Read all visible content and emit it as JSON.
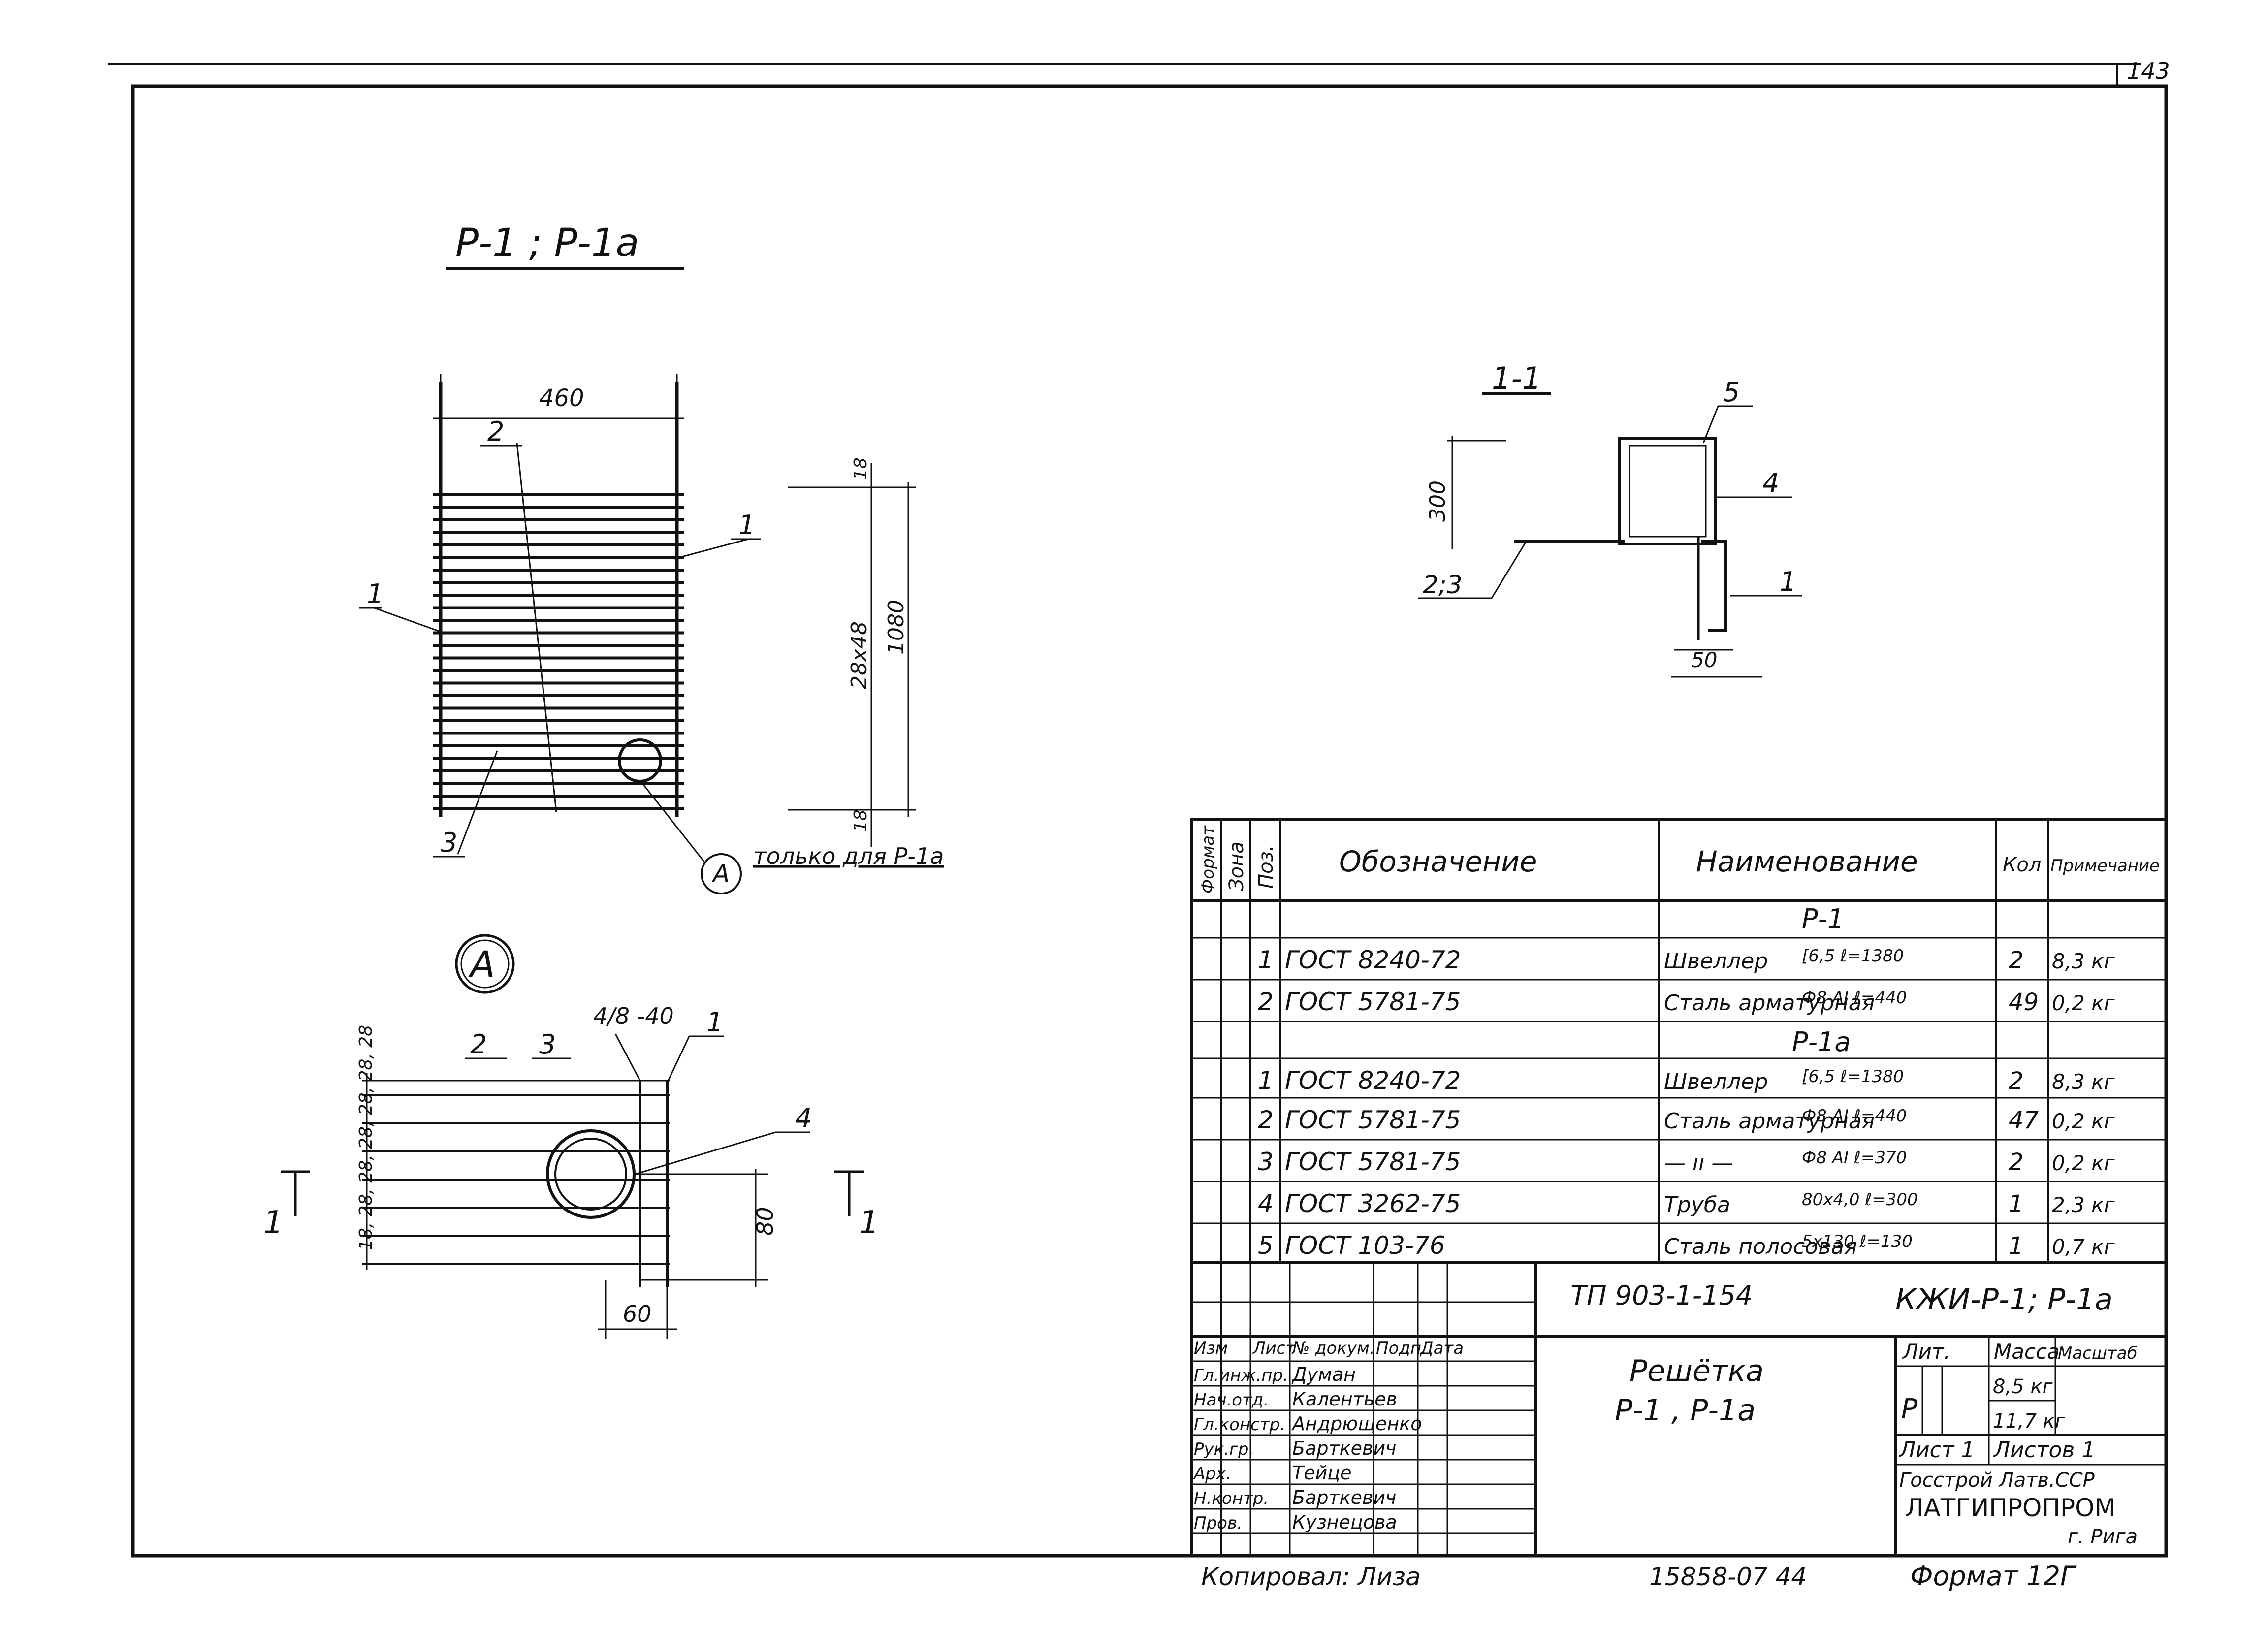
{
  "page_number": "143",
  "drawing_title": "Р-1 ; Р-1а",
  "plan": {
    "width_dim": "460",
    "pitch_dim": "28х48",
    "length_dim": "1080",
    "edge_top_dim": "18",
    "edge_bottom_dim": "18",
    "callout_1_left": "1",
    "callout_1_right": "1",
    "callout_2": "2",
    "callout_3": "3",
    "node_marker": "А",
    "node_note": "только для Р-1а"
  },
  "detail_a": {
    "marker": "А",
    "callout_2": "2",
    "callout_3": "3",
    "callout_1": "1",
    "callout_4": "4",
    "weld": "4/8 -40",
    "rib_dims": "18, 28, 28, 28, 28, 28, 28",
    "dim_80": "80",
    "dim_60": "60",
    "section_left": "1",
    "section_right": "1"
  },
  "section_1_1": {
    "title": "1-1",
    "dim_300": "300",
    "dim_50": "50",
    "callout_5": "5",
    "callout_4": "4",
    "callout_1": "1",
    "callout_23": "2;3"
  },
  "spec": {
    "headers": {
      "format": "Формат",
      "zone": "Зона",
      "pos": "Поз.",
      "designation": "Обозначение",
      "name": "Наименование",
      "qty": "Кол",
      "note": "Примечание"
    },
    "group_p1": "Р-1",
    "group_p1a": "Р-1а",
    "rows_p1": [
      {
        "pos": "1",
        "designation": "ГОСТ 8240-72",
        "name": "Швеллер",
        "spec": "[6,5 ℓ=1380",
        "qty": "2",
        "note": "8,3 кг"
      },
      {
        "pos": "2",
        "designation": "ГОСТ 5781-75",
        "name": "Сталь арматурная",
        "spec": "Ф8 АI ℓ=440",
        "qty": "49",
        "note": "0,2 кг"
      }
    ],
    "rows_p1a": [
      {
        "pos": "1",
        "designation": "ГОСТ 8240-72",
        "name": "Швеллер",
        "spec": "[6,5 ℓ=1380",
        "qty": "2",
        "note": "8,3 кг"
      },
      {
        "pos": "2",
        "designation": "ГОСТ 5781-75",
        "name": "Сталь арматурная",
        "spec": "Ф8 АI ℓ=440",
        "qty": "47",
        "note": "0,2 кг"
      },
      {
        "pos": "3",
        "designation": "ГОСТ 5781-75",
        "name": "— ıı —",
        "spec": "Ф8 АI ℓ=370",
        "qty": "2",
        "note": "0,2 кг"
      },
      {
        "pos": "4",
        "designation": "ГОСТ 3262-75",
        "name": "Труба",
        "spec": "80х4,0 ℓ=300",
        "qty": "1",
        "note": "2,3 кг"
      },
      {
        "pos": "5",
        "designation": "ГОСТ 103-76",
        "name": "Сталь полосовая",
        "spec": "5х130 ℓ=130",
        "qty": "1",
        "note": "0,7 кг"
      }
    ]
  },
  "stamp": {
    "doc_code": "ТП 903-1-154",
    "sheet_code": "КЖИ-Р-1; Р-1а",
    "col_headers": [
      "Изм",
      "Лист",
      "№ докум.",
      "Подп.",
      "Дата"
    ],
    "people": [
      {
        "role": "Гл.инж.пр.",
        "name": "Думан"
      },
      {
        "role": "Нач.отд.",
        "name": "Калентьев"
      },
      {
        "role": "Гл.констр.",
        "name": "Андрющенко"
      },
      {
        "role": "Рук.гр.",
        "name": "Барткевич"
      },
      {
        "role": "Арх.",
        "name": "Тейце"
      },
      {
        "role": "Н.контр.",
        "name": "Барткевич"
      },
      {
        "role": "Пров.",
        "name": "Кузнецова"
      }
    ],
    "title_line1": "Решётка",
    "title_line2": "Р-1 ,  Р-1а",
    "lit_header": "Лит.",
    "mass_header": "Масса",
    "scale_header": "Масштаб",
    "lit_value": "Р",
    "mass_1": "8,5 кг",
    "mass_2": "11,7 кг",
    "sheet": "Лист 1",
    "sheets": "Листов 1",
    "org_1": "Госстрой Латв.ССР",
    "org_2": "ЛАТГИПРОПРОМ",
    "org_3": "г. Рига"
  },
  "footer": {
    "copied": "Копировал: Лиза",
    "order": "15858-07  44",
    "format": "Формат 12Г"
  }
}
